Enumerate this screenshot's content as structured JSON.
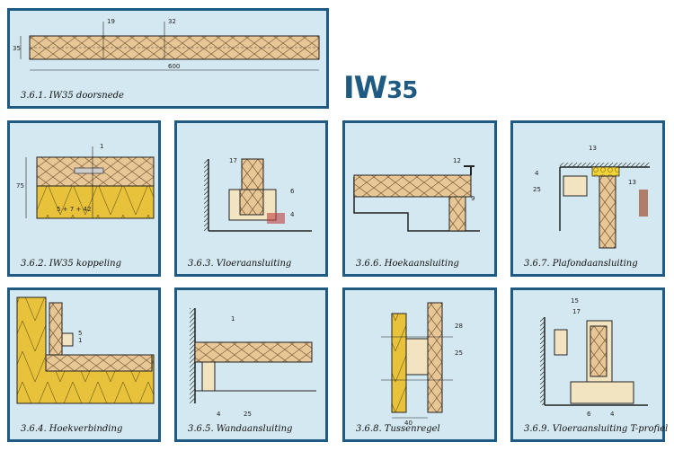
{
  "brand": {
    "main": "IW",
    "sub": "35"
  },
  "panels": [
    {
      "id": "p361",
      "caption": "3.6.1. IW35 doorsnede",
      "labels": {
        "top_a": "19",
        "top_b": "32",
        "side": "35",
        "width": "600"
      }
    },
    {
      "id": "p362",
      "caption": "3.6.2. IW35 koppeling",
      "labels": {
        "top": "1",
        "side": "75",
        "formula": "5 + 7 + 42"
      }
    },
    {
      "id": "p363",
      "caption": "3.6.3. Vloeraansluiting",
      "labels": {
        "a": "17",
        "b": "6",
        "c": "4"
      }
    },
    {
      "id": "p366",
      "caption": "3.6.6. Hoekaansluiting",
      "labels": {
        "a": "12",
        "b": "9"
      }
    },
    {
      "id": "p367",
      "caption": "3.6.7. Plafondaansluiting",
      "labels": {
        "a": "13",
        "b": "4",
        "c": "25",
        "d": "13"
      }
    },
    {
      "id": "p364",
      "caption": "3.6.4. Hoekverbinding",
      "labels": {
        "a": "5",
        "b": "1"
      }
    },
    {
      "id": "p365",
      "caption": "3.6.5. Wandaansluiting",
      "labels": {
        "a": "1",
        "b": "4",
        "c": "25"
      }
    },
    {
      "id": "p368",
      "caption": "3.6.8. Tussenregel",
      "labels": {
        "a": "28",
        "b": "25",
        "c": "40"
      }
    },
    {
      "id": "p369",
      "caption": "3.6.9. Vloeraansluiting T-profiel",
      "labels": {
        "a": "15",
        "b": "17",
        "c": "6",
        "d": "4"
      }
    }
  ]
}
